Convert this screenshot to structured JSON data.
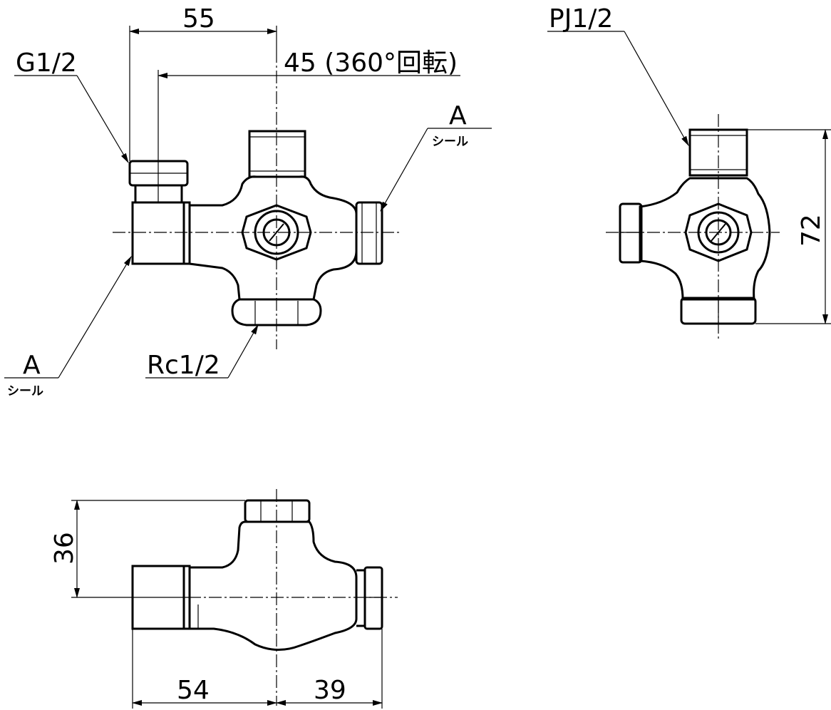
{
  "dimensions": {
    "front_width_55": "55",
    "rotation_45": "45 (360°回転)",
    "height_72": "72",
    "bottom_36": "36",
    "bottom_54": "54",
    "bottom_39": "39"
  },
  "labels": {
    "g_half": "G1/2",
    "pj_half": "PJ1/2",
    "rc_half": "Rc1/2",
    "a_left": "A",
    "a_left_note": "シール",
    "a_right": "A",
    "a_right_note": "シール"
  }
}
